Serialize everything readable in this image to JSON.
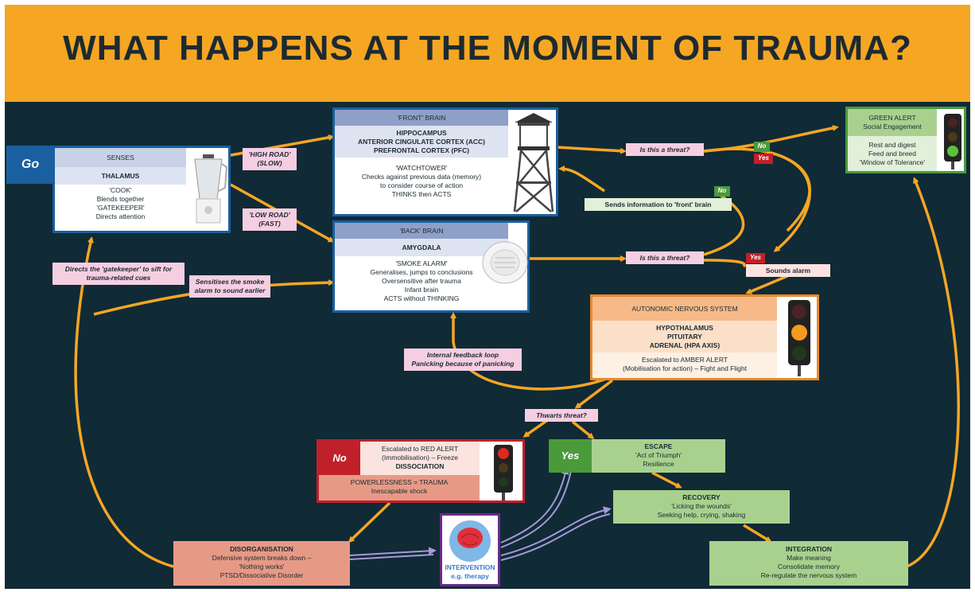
{
  "title": "WHAT HAPPENS AT THE MOMENT OF TRAUMA?",
  "colors": {
    "header": "#f5a623",
    "background": "#102a36",
    "arrow": "#f5a623",
    "senses": "#1a5fa0",
    "green": "#4a9a3a",
    "amber": "#e88a2a",
    "red": "#c0202a"
  },
  "go": "Go",
  "senses": {
    "header": "SENSES",
    "sub": "THALAMUS",
    "lines": [
      "'COOK'",
      "Blends together",
      "'GATEKEEPER'",
      "Directs attention"
    ],
    "image": "blender-icon"
  },
  "front": {
    "header": "'FRONT' BRAIN",
    "sub_lines": [
      "HIPPOCAMPUS",
      "ANTERIOR CINGULATE CORTEX (ACC)",
      "PREFRONTAL CORTEX (PFC)"
    ],
    "lines": [
      "'WATCHTOWER'",
      "Checks against previous data (memory)",
      "to consider course of action",
      "THINKS then ACTS"
    ],
    "image": "watchtower-icon"
  },
  "back": {
    "header": "'BACK' BRAIN",
    "sub": "AMYGDALA",
    "lines": [
      "'SMOKE ALARM'",
      "Generalises, jumps to conclusions",
      "Oversensitive after trauma",
      "Infant brain",
      "ACTS without THINKING"
    ],
    "image": "smoke-alarm-icon"
  },
  "green": {
    "lines1": [
      "GREEN ALERT",
      "Social Engagement"
    ],
    "lines2": [
      "Rest and digest",
      "Feed and breed",
      "'Window of Tolerance'"
    ],
    "image": "traffic-light-green-icon"
  },
  "ans": {
    "header": "AUTONOMIC NERVOUS SYSTEM",
    "sub_lines": [
      "HYPOTHALAMUS",
      "PITUITARY",
      "ADRENAL (HPA AXIS)"
    ],
    "lines": [
      "Escalated to AMBER ALERT",
      "(Mobilisation for action) – Fight and Flight"
    ],
    "image": "traffic-light-amber-icon"
  },
  "red": {
    "no": "No",
    "lines1": [
      "Escalated to RED ALERT",
      "(Immobilisation) – Freeze",
      "DISSOCIATION"
    ],
    "lines2": [
      "POWERLESSNESS = TRAUMA",
      "Inescapable shock"
    ],
    "image": "traffic-light-red-icon"
  },
  "escape": {
    "yes": "Yes",
    "lines": [
      "ESCAPE",
      "'Act of Triumph'",
      "Resilience"
    ]
  },
  "recovery": {
    "lines": [
      "RECOVERY",
      "'Licking the wounds'",
      "Seeking help, crying, shaking"
    ]
  },
  "integration": {
    "lines": [
      "INTEGRATION",
      "Make meaning",
      "Consolidate memory",
      "Re-regulate the nervous system"
    ]
  },
  "disorg": {
    "lines": [
      "DISORGANISATION",
      "Defensive system breaks down –",
      "'Nothing works'",
      "PTSD/Dissociative Disorder"
    ]
  },
  "intervention": {
    "lines": [
      "INTERVENTION",
      "e.g. therapy"
    ],
    "image": "brain-icon"
  },
  "labels": {
    "high_road": [
      "'HIGH ROAD'",
      "(SLOW)"
    ],
    "low_road": [
      "'LOW ROAD'",
      "(FAST)"
    ],
    "threat1": "Is this a threat?",
    "threat2": "Is this a threat?",
    "sends_info": "Sends information to 'front' brain",
    "sounds_alarm": "Sounds alarm",
    "gatekeeper": [
      "Directs the 'gatekeeper' to sift for",
      "trauma-related cues"
    ],
    "sensitises": [
      "Sensitises the smoke",
      "alarm to sound earlier"
    ],
    "feedback": [
      "Internal feedback loop",
      "Panicking because of panicking"
    ],
    "thwarts": "Thwarts threat?"
  },
  "tags": {
    "no1": "No",
    "yes1": "Yes",
    "no2": "No",
    "yes2": "Yes"
  }
}
